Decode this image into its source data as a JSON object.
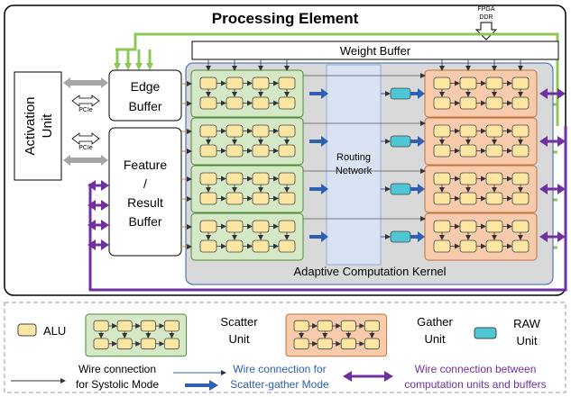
{
  "title": "Processing Element",
  "fpga_ddr": [
    "FPGA",
    "DDR"
  ],
  "weight_buffer": "Weight Buffer",
  "activation_unit": [
    "Activation",
    "Unit"
  ],
  "edge_buffer": [
    "Edge",
    "Buffer"
  ],
  "feature_buffer": [
    "Feature",
    "/",
    "Result",
    "Buffer"
  ],
  "pcie": "PCIe",
  "routing_network": [
    "Routing",
    "Network"
  ],
  "kernel_label": "Adaptive Computation Kernel",
  "legend": {
    "alu": "ALU",
    "scatter": [
      "Scatter",
      "Unit"
    ],
    "gather": [
      "Gather",
      "Unit"
    ],
    "raw": [
      "RAW",
      "Unit"
    ],
    "systolic": [
      "Wire connection",
      "for Systolic Mode"
    ],
    "scatter_gather": [
      "Wire connection for",
      "Scatter-gather Mode"
    ],
    "buffers": [
      "Wire connection between",
      "computation units and buffers"
    ]
  },
  "colors": {
    "alu": "#fde6a2",
    "scatter": "#d6e9c6",
    "gather": "#f8cbad",
    "raw": "#4ec6d6",
    "kernel": "#d9d9d9",
    "routing": "#dae3f3",
    "green_wire": "#8dc857",
    "blue_wire": "#2f5fb3",
    "purple_wire": "#7030a0",
    "gray_arrow": "#a6a6a6",
    "orange_wire": "#d88a17"
  }
}
